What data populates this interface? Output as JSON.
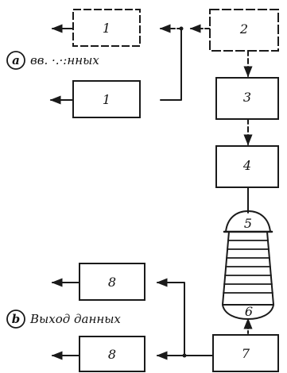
{
  "blocks": [
    {
      "id": "input-buffer-top",
      "label": "1"
    },
    {
      "id": "input-buffer-bottom",
      "label": "1"
    },
    {
      "id": "block-2",
      "label": "2"
    },
    {
      "id": "block-3",
      "label": "3"
    },
    {
      "id": "block-4",
      "label": "4"
    },
    {
      "id": "tube-top",
      "label": "5"
    },
    {
      "id": "tube-bottom",
      "label": "6"
    },
    {
      "id": "block-7",
      "label": "7"
    },
    {
      "id": "output-buffer-top",
      "label": "8"
    },
    {
      "id": "output-buffer-bottom",
      "label": "8"
    }
  ],
  "captions": {
    "input": {
      "marker": "a",
      "text": "вв. ·.·:нных"
    },
    "output": {
      "marker": "b",
      "text": "Выход данных"
    }
  }
}
